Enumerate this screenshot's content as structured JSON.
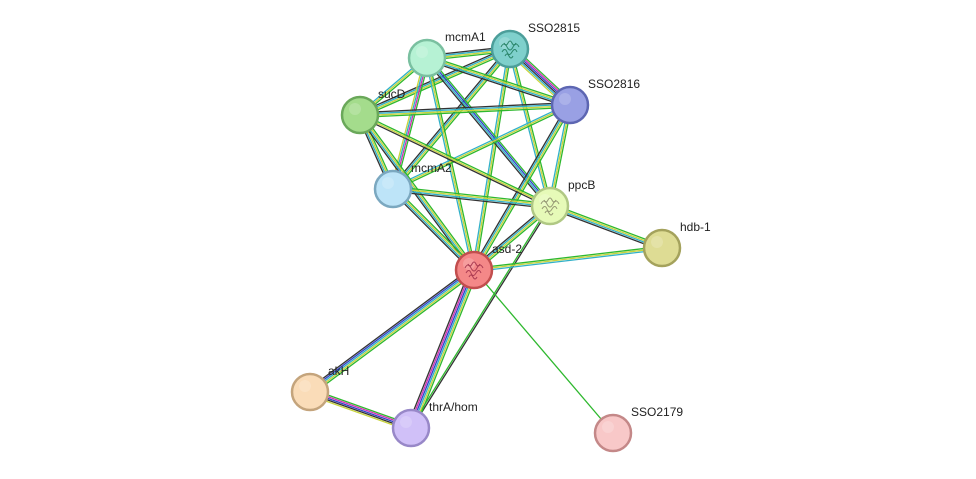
{
  "network": {
    "nodes": [
      {
        "id": "SSO2815",
        "label": "SSO2815",
        "fill": "#7fd0cc",
        "stroke": "#4c9e9a",
        "has_structure": true
      },
      {
        "id": "mcmA1",
        "label": "mcmA1",
        "fill": "#b6f2d4",
        "stroke": "#7ac0a0",
        "has_structure": false
      },
      {
        "id": "SSO2816",
        "label": "SSO2816",
        "fill": "#99a0e4",
        "stroke": "#5d66b2",
        "has_structure": false
      },
      {
        "id": "sucD",
        "label": "sucD",
        "fill": "#a4dc8c",
        "stroke": "#6aa85a",
        "has_structure": false
      },
      {
        "id": "mcmA2",
        "label": "mcmA2",
        "fill": "#bde4f8",
        "stroke": "#7ba8c0",
        "has_structure": false
      },
      {
        "id": "ppcB",
        "label": "ppcB",
        "fill": "#e6fab8",
        "stroke": "#b0c884",
        "has_structure": true
      },
      {
        "id": "hdb-1",
        "label": "hdb-1",
        "fill": "#dedc94",
        "stroke": "#a4a25c",
        "has_structure": false
      },
      {
        "id": "asd-2",
        "label": "asd-2",
        "fill": "#f48888",
        "stroke": "#c24e4e",
        "has_structure": true
      },
      {
        "id": "akH",
        "label": "akH",
        "fill": "#fadcb8",
        "stroke": "#c4a47c",
        "has_structure": false
      },
      {
        "id": "thrA/hom",
        "label": "thrA/hom",
        "fill": "#d0c0f8",
        "stroke": "#9888c8",
        "has_structure": false
      },
      {
        "id": "SSO2179",
        "label": "SSO2179",
        "fill": "#f8c8c8",
        "stroke": "#c48888",
        "has_structure": false
      }
    ],
    "edge_colors": {
      "green": "#2eb82e",
      "yellow": "#c8d43c",
      "cyan": "#30b0c8",
      "black": "#333333",
      "blue": "#3040c8",
      "magenta": "#d030b0",
      "dark-green": "#1a7a1a"
    },
    "edges": [
      {
        "source": "SSO2815",
        "target": "mcmA1",
        "types": [
          "green",
          "yellow",
          "cyan",
          "black"
        ]
      },
      {
        "source": "SSO2815",
        "target": "SSO2816",
        "types": [
          "green",
          "magenta",
          "blue",
          "black",
          "cyan",
          "yellow"
        ]
      },
      {
        "source": "SSO2815",
        "target": "sucD",
        "types": [
          "green",
          "yellow",
          "cyan",
          "black"
        ]
      },
      {
        "source": "SSO2815",
        "target": "mcmA2",
        "types": [
          "green",
          "yellow",
          "cyan",
          "black"
        ]
      },
      {
        "source": "SSO2815",
        "target": "ppcB",
        "types": [
          "green",
          "yellow",
          "cyan"
        ]
      },
      {
        "source": "SSO2815",
        "target": "asd-2",
        "types": [
          "green",
          "yellow",
          "cyan"
        ]
      },
      {
        "source": "mcmA1",
        "target": "SSO2816",
        "types": [
          "green",
          "yellow",
          "cyan",
          "black"
        ]
      },
      {
        "source": "mcmA1",
        "target": "sucD",
        "types": [
          "green",
          "yellow",
          "cyan"
        ]
      },
      {
        "source": "mcmA1",
        "target": "mcmA2",
        "types": [
          "green",
          "magenta",
          "cyan",
          "yellow"
        ]
      },
      {
        "source": "mcmA1",
        "target": "ppcB",
        "types": [
          "green",
          "blue",
          "cyan",
          "black"
        ]
      },
      {
        "source": "mcmA1",
        "target": "asd-2",
        "types": [
          "green",
          "yellow",
          "cyan"
        ]
      },
      {
        "source": "SSO2816",
        "target": "sucD",
        "types": [
          "green",
          "yellow",
          "cyan",
          "black"
        ]
      },
      {
        "source": "SSO2816",
        "target": "mcmA2",
        "types": [
          "green",
          "yellow",
          "cyan"
        ]
      },
      {
        "source": "SSO2816",
        "target": "ppcB",
        "types": [
          "green",
          "yellow",
          "cyan"
        ]
      },
      {
        "source": "SSO2816",
        "target": "asd-2",
        "types": [
          "green",
          "yellow",
          "cyan",
          "black"
        ]
      },
      {
        "source": "sucD",
        "target": "mcmA2",
        "types": [
          "green",
          "yellow",
          "cyan",
          "black"
        ]
      },
      {
        "source": "sucD",
        "target": "ppcB",
        "types": [
          "green",
          "yellow",
          "black"
        ]
      },
      {
        "source": "sucD",
        "target": "asd-2",
        "types": [
          "green",
          "yellow",
          "cyan",
          "black"
        ]
      },
      {
        "source": "mcmA2",
        "target": "ppcB",
        "types": [
          "green",
          "yellow",
          "cyan",
          "black"
        ]
      },
      {
        "source": "mcmA2",
        "target": "asd-2",
        "types": [
          "green",
          "yellow",
          "cyan",
          "black"
        ]
      },
      {
        "source": "ppcB",
        "target": "hdb-1",
        "types": [
          "green",
          "yellow",
          "cyan",
          "black"
        ]
      },
      {
        "source": "ppcB",
        "target": "asd-2",
        "types": [
          "green",
          "yellow",
          "cyan",
          "black"
        ]
      },
      {
        "source": "ppcB",
        "target": "thrA/hom",
        "types": [
          "black",
          "green"
        ]
      },
      {
        "source": "asd-2",
        "target": "hdb-1",
        "types": [
          "green",
          "yellow",
          "cyan"
        ]
      },
      {
        "source": "asd-2",
        "target": "akH",
        "types": [
          "green",
          "yellow",
          "cyan",
          "blue",
          "black"
        ]
      },
      {
        "source": "asd-2",
        "target": "thrA/hom",
        "types": [
          "green",
          "yellow",
          "cyan",
          "blue",
          "magenta",
          "black"
        ]
      },
      {
        "source": "asd-2",
        "target": "SSO2179",
        "types": [
          "green"
        ]
      },
      {
        "source": "akH",
        "target": "thrA/hom",
        "types": [
          "green",
          "magenta",
          "blue",
          "black",
          "yellow"
        ]
      }
    ]
  }
}
